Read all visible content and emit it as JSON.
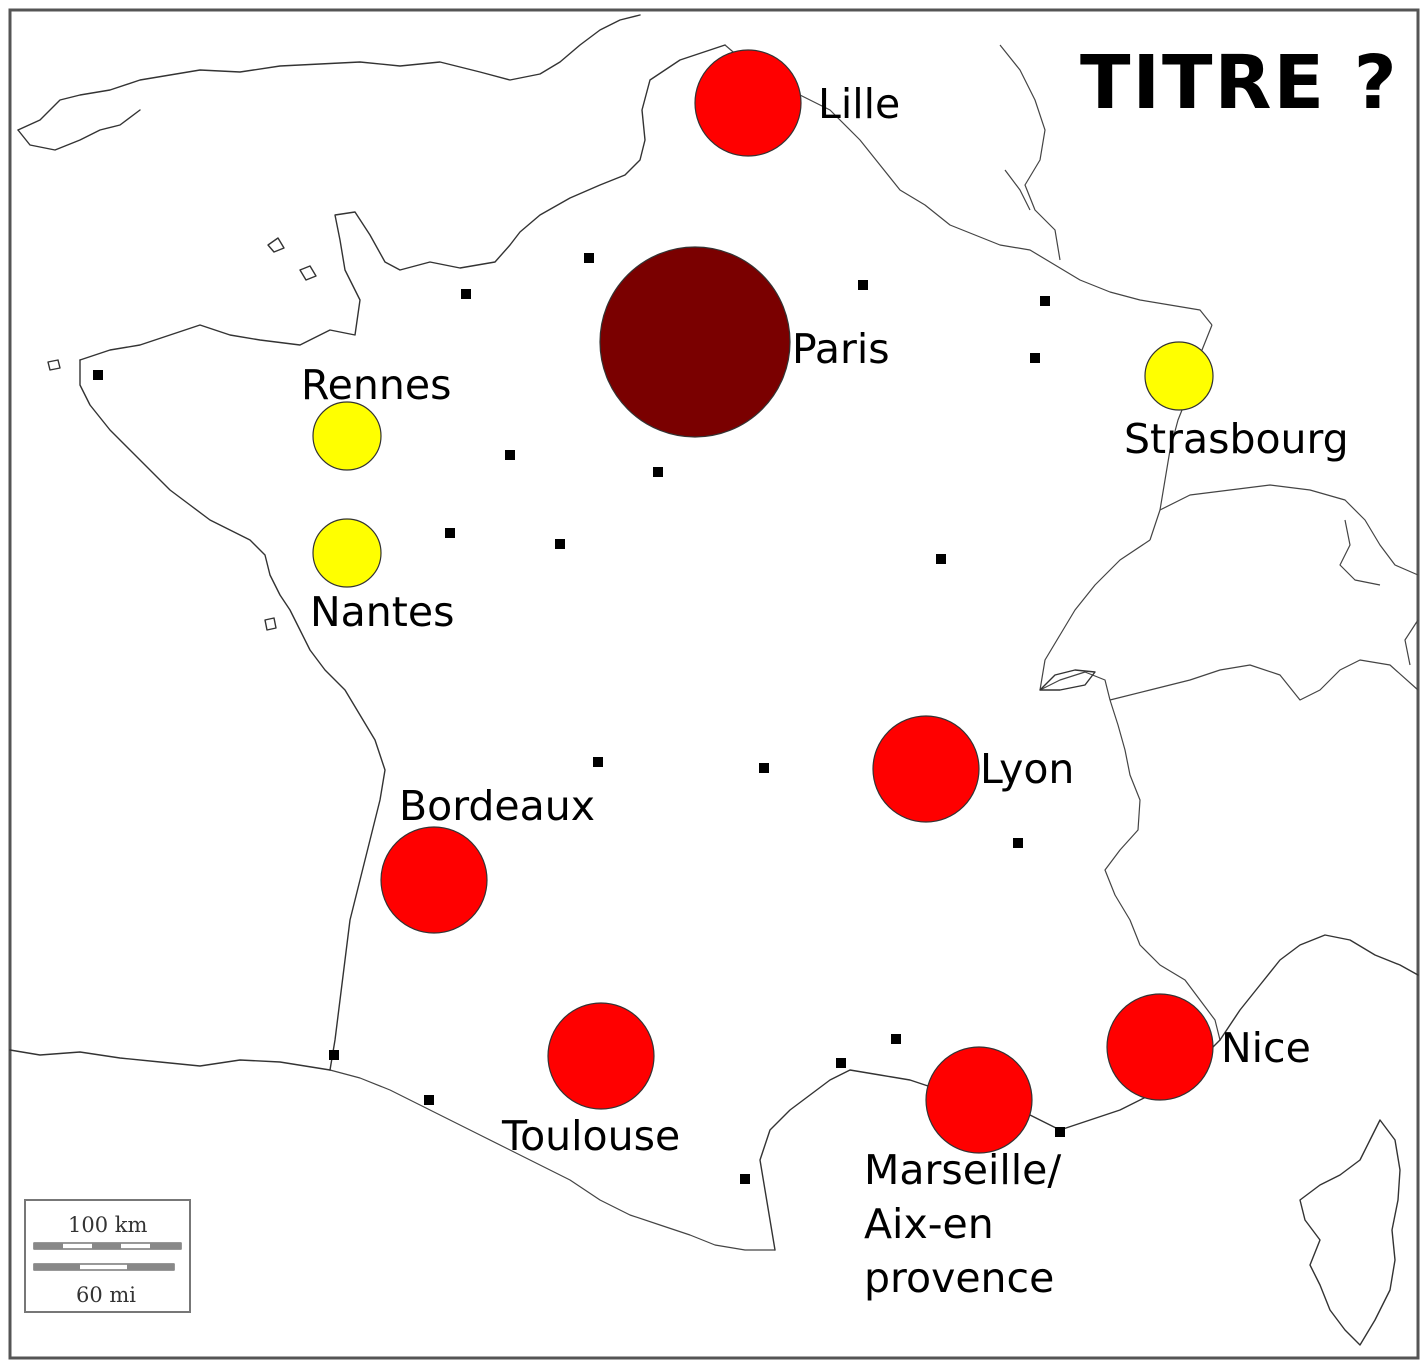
{
  "title": "TITRE ?",
  "scale": {
    "km_label": "100 km",
    "mi_label": "60 mi"
  },
  "colors": {
    "large_city": "#ff0000",
    "capital": "#7a0000",
    "medium_city": "#ffff00",
    "outline": "#333333"
  },
  "cities": {
    "lille": "Lille",
    "paris": "Paris",
    "rennes": "Rennes",
    "strasbourg": "Strasbourg",
    "nantes": "Nantes",
    "lyon": "Lyon",
    "bordeaux": "Bordeaux",
    "nice": "Nice",
    "toulouse": "Toulouse",
    "marseille_1": "Marseille/",
    "marseille_2": "Aix-en",
    "marseille_3": "provence"
  }
}
